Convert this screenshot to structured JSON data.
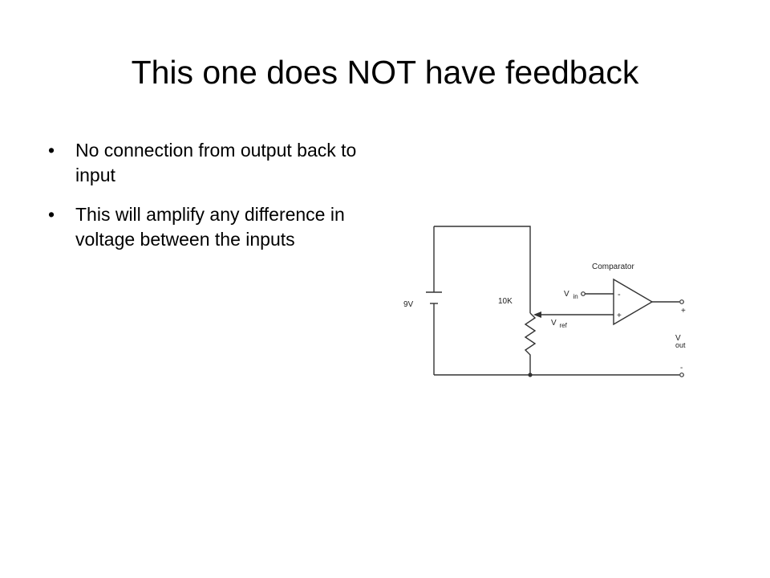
{
  "slide": {
    "title": "This one does NOT have feedback",
    "bullets": [
      "No connection from output back to input",
      "This will amplify any difference in voltage between the inputs"
    ],
    "bullet_glyph": "•"
  },
  "circuit": {
    "battery_label": "9V",
    "pot_label": "10K",
    "comparator_label": "Comparator",
    "vin_main": "V",
    "vin_sub": "in",
    "vref_main": "V",
    "vref_sub": "ref",
    "minus_input": "-",
    "plus_input": "+",
    "out_plus": "+",
    "out_minus": "-",
    "vout_main": "V",
    "vout_sub": "out"
  }
}
